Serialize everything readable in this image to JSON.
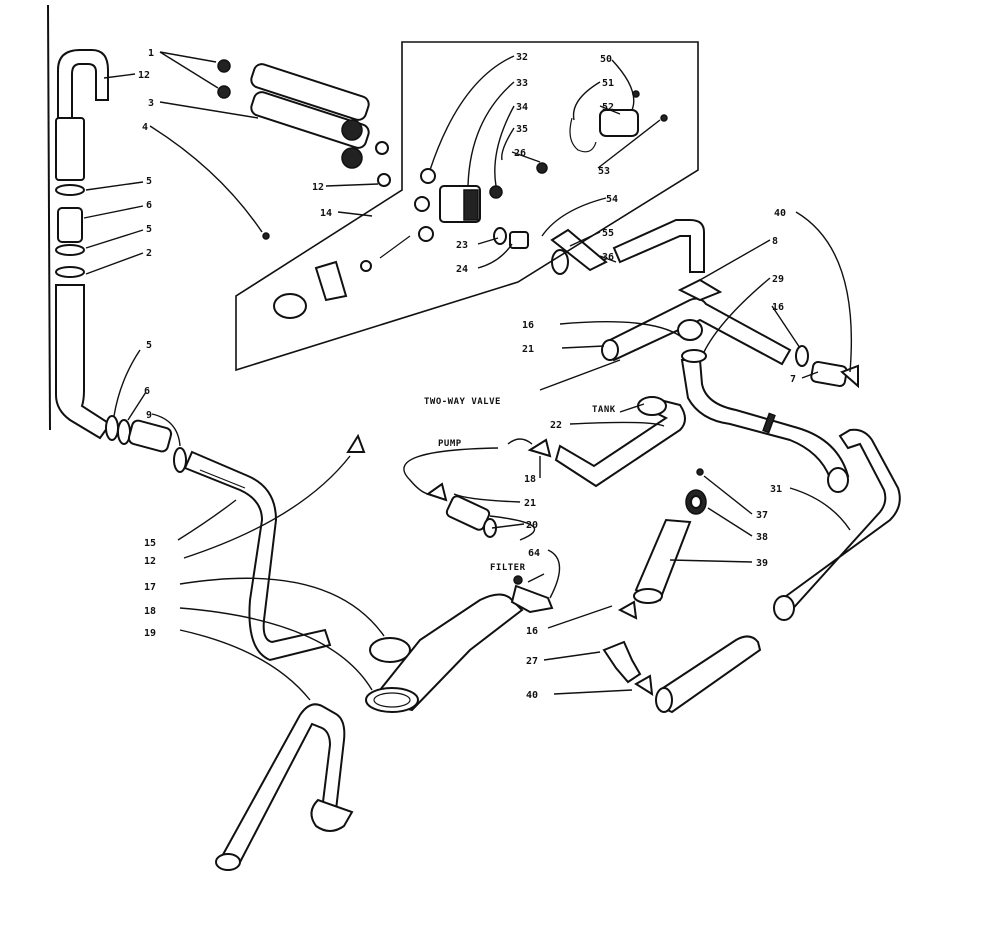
{
  "callouts": [
    "1",
    "12",
    "3",
    "4",
    "5",
    "6",
    "5",
    "2",
    "5",
    "6",
    "9",
    "12",
    "14",
    "32",
    "33",
    "34",
    "35",
    "26",
    "50",
    "51",
    "52",
    "53",
    "23",
    "24",
    "54",
    "55",
    "36",
    "40",
    "8",
    "29",
    "16",
    "16",
    "21",
    "7",
    "22",
    "18",
    "21",
    "20",
    "15",
    "12",
    "17",
    "18",
    "19",
    "64",
    "16",
    "27",
    "40",
    "31",
    "37",
    "38",
    "39"
  ],
  "labels": {
    "two_way_valve": "TWO-WAY VALVE",
    "tank": "TANK",
    "pump": "PUMP",
    "filter": "FILTER"
  }
}
